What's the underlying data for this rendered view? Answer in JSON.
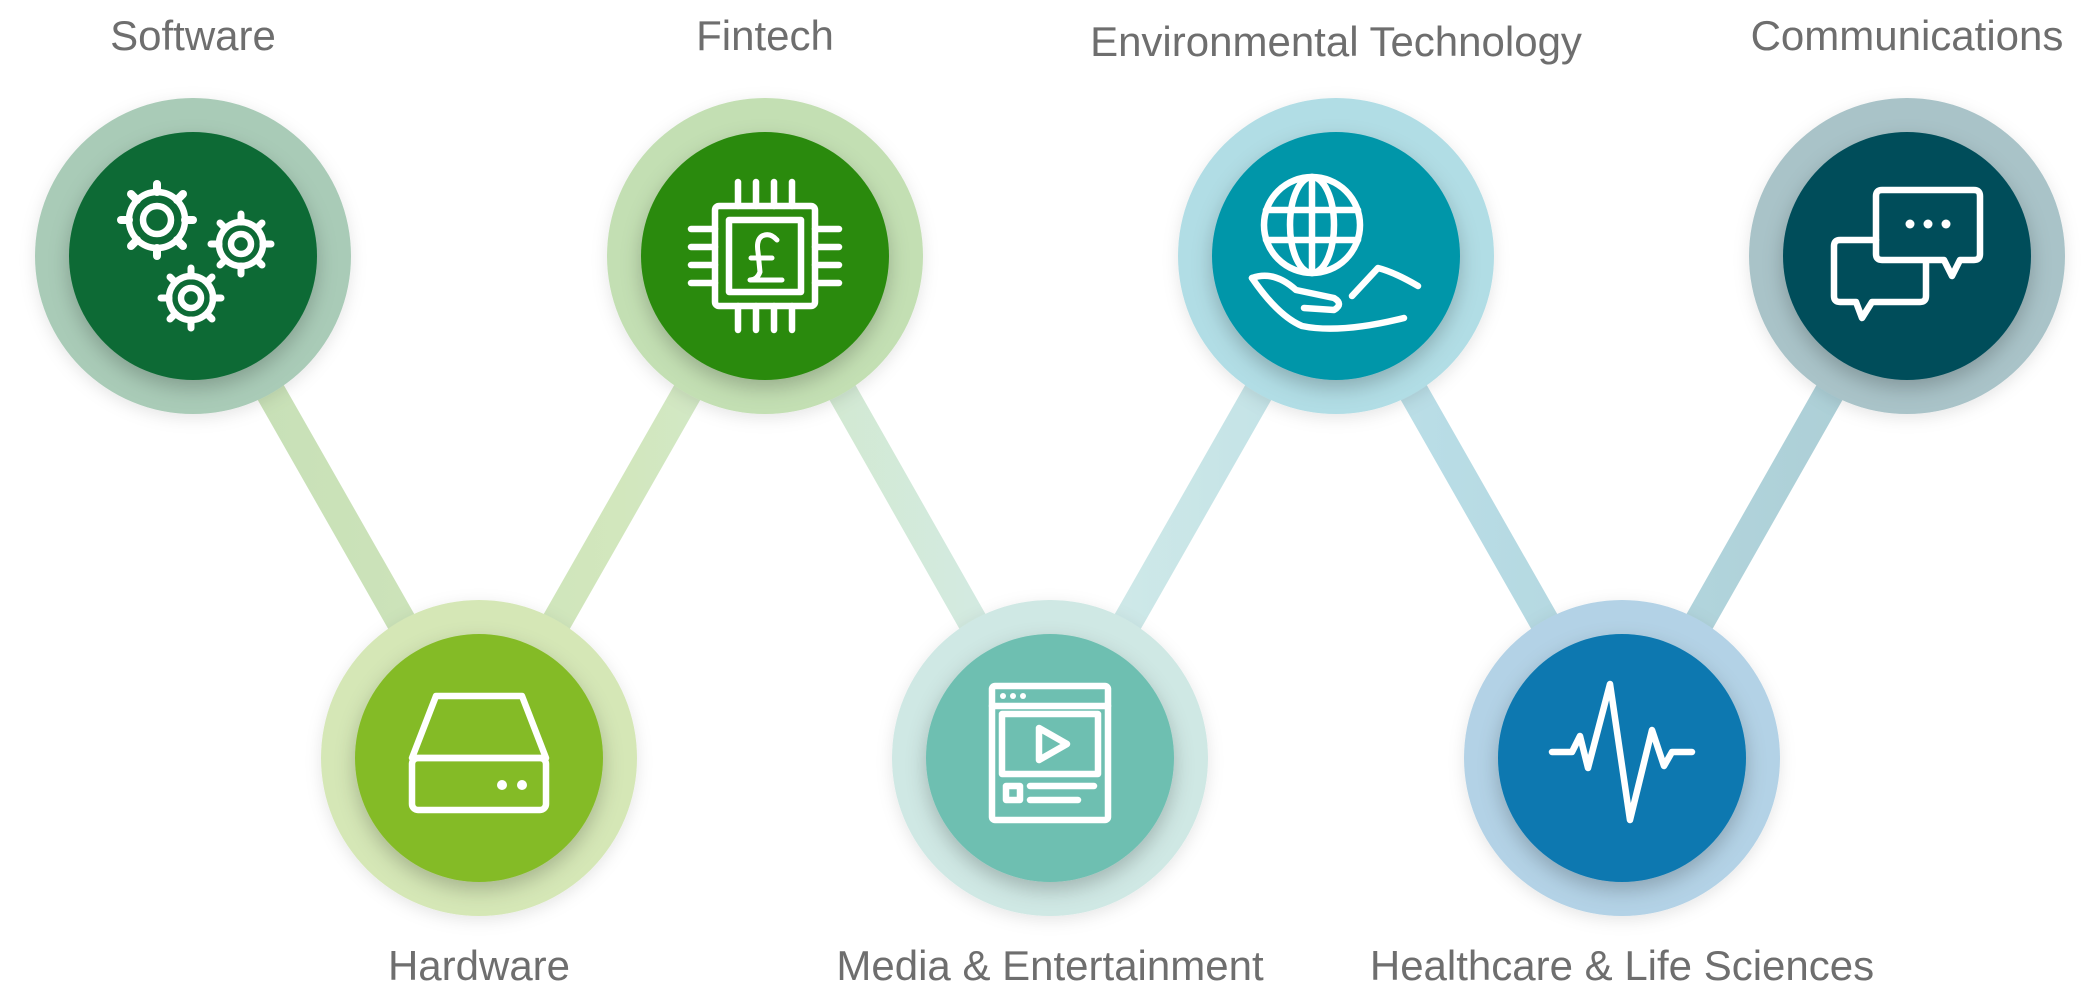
{
  "nodes": [
    {
      "id": "software",
      "label": "Software",
      "color": "#0b6b34",
      "ring": "#a9cbb7",
      "icon": "gears-icon"
    },
    {
      "id": "hardware",
      "label": "Hardware",
      "color": "#84bb28",
      "ring": "#d5e7b6",
      "icon": "hard-drive-icon"
    },
    {
      "id": "fintech",
      "label": "Fintech",
      "color": "#2a8a0f",
      "ring": "#c3dfb3",
      "icon": "pound-chip-icon"
    },
    {
      "id": "media",
      "label": "Media & Entertainment",
      "color": "#6ebfb1",
      "ring": "#cfe8e4",
      "icon": "video-player-icon"
    },
    {
      "id": "environmental",
      "label": "Environmental Technology",
      "color": "#0196a9",
      "ring": "#b1dde5",
      "icon": "globe-in-hand-icon"
    },
    {
      "id": "healthcare",
      "label": "Healthcare & Life Sciences",
      "color": "#0878b0",
      "ring": "#b3d2e6",
      "icon": "heartbeat-icon"
    },
    {
      "id": "communications",
      "label": "Communications",
      "color": "#004e5a",
      "ring": "#a9c3c8",
      "icon": "chat-bubbles-icon"
    }
  ]
}
